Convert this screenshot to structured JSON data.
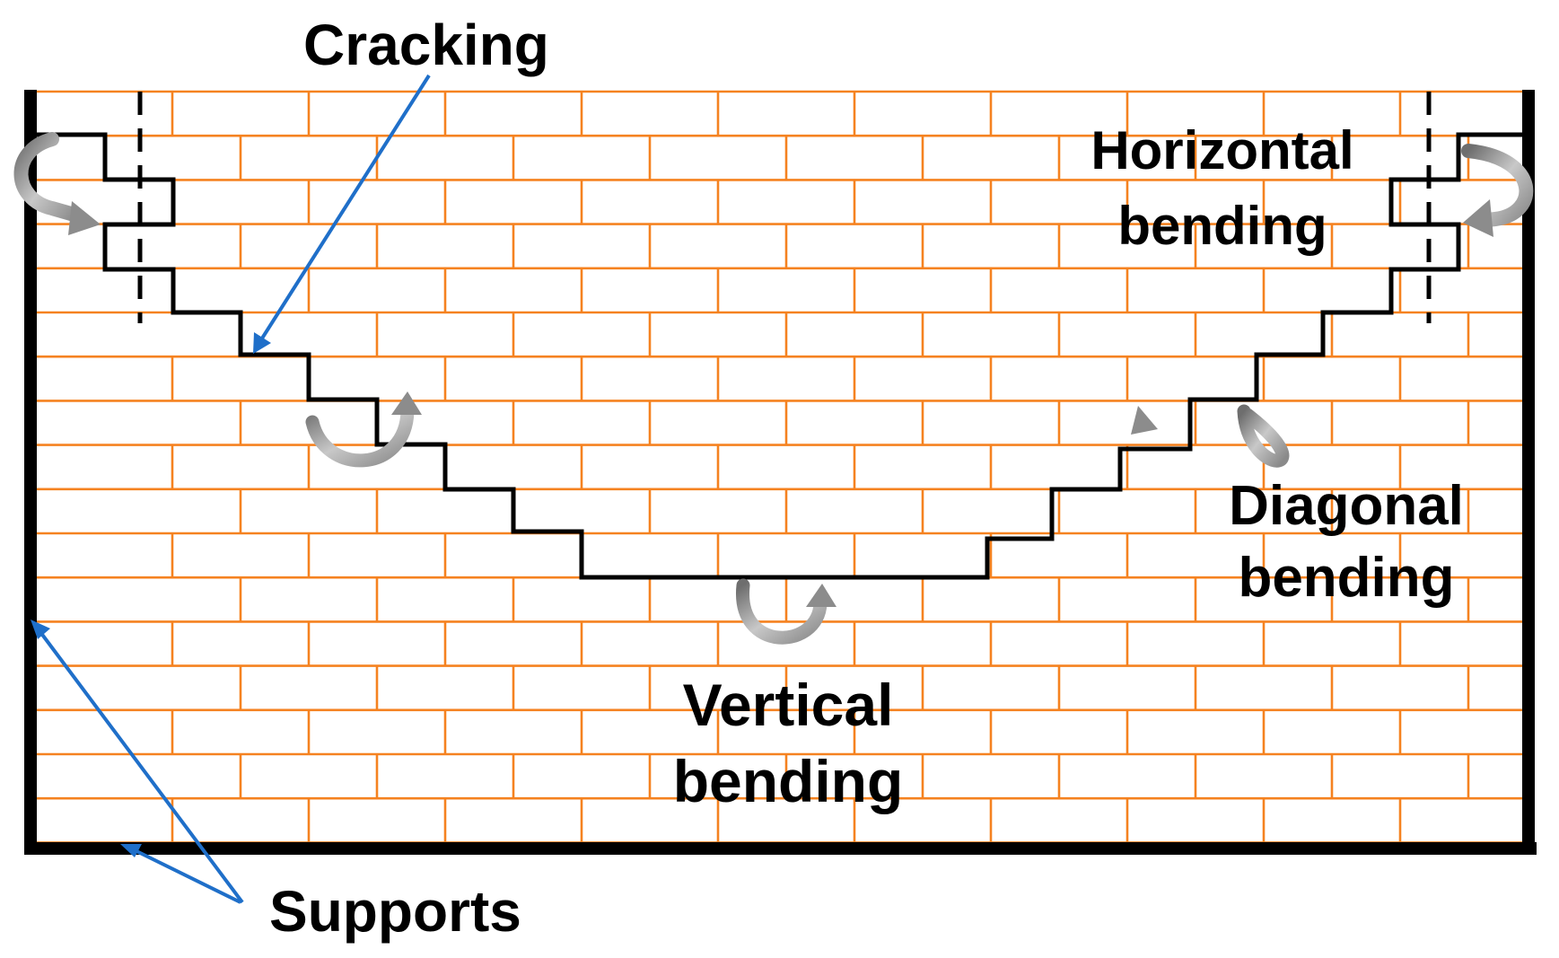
{
  "labels": {
    "cracking": "Cracking",
    "horizontal": [
      "Horizontal",
      "bending"
    ],
    "diagonal": [
      "Diagonal",
      "bending"
    ],
    "vertical": [
      "Vertical",
      "bending"
    ],
    "supports": "Supports"
  },
  "colors": {
    "mortar": "#F58220",
    "brick": "#FFFFFF",
    "crack": "#000000",
    "support": "#000000",
    "leader": "#1F6FC9",
    "moment_arrow": "#8C8C8C"
  }
}
